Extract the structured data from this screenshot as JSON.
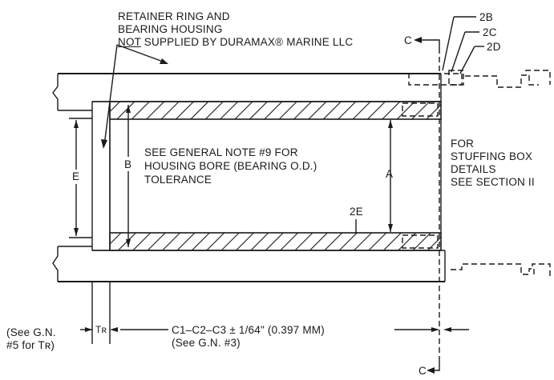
{
  "note_top": {
    "line1": "RETAINER RING AND",
    "line2": "BEARING HOUSING",
    "line3_underlined": "NOT",
    "line3_rest": " SUPPLIED BY DURAMAX® MARINE LLC"
  },
  "section_marks": {
    "top": "C",
    "bottom": "C"
  },
  "callouts": {
    "c2b": "2B",
    "c2c": "2C",
    "c2d": "2D",
    "c2e": "2E"
  },
  "dims": {
    "a": "A",
    "b": "B",
    "e": "E",
    "tr": "Tʀ"
  },
  "center_note": {
    "line1": "SEE GENERAL NOTE #9 FOR",
    "line2": "HOUSING BORE (BEARING O.D.)",
    "line3": "TOLERANCE"
  },
  "right_note": {
    "line1": "FOR",
    "line2": "STUFFING BOX",
    "line3": "DETAILS",
    "line4": "SEE SECTION II"
  },
  "left_note": {
    "line1": "(See G.N.",
    "line2": "#5 for Tʀ)"
  },
  "length_note": {
    "line1": "C1–C2–C3 ± 1/64\" (0.397 MM)",
    "line2": "(See G.N. #3)"
  }
}
